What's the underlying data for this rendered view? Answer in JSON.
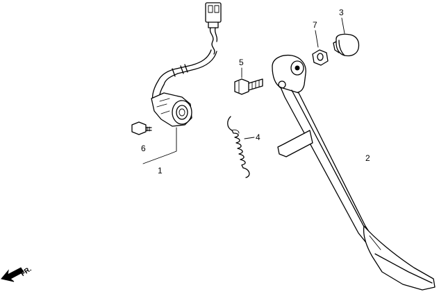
{
  "diagram": {
    "callouts": [
      {
        "id": "part-1",
        "label": "1"
      },
      {
        "id": "part-2",
        "label": "2"
      },
      {
        "id": "part-3",
        "label": "3"
      },
      {
        "id": "part-4",
        "label": "4"
      },
      {
        "id": "part-5",
        "label": "5"
      },
      {
        "id": "part-6",
        "label": "6"
      },
      {
        "id": "part-7",
        "label": "7"
      }
    ],
    "direction": {
      "label": "FR."
    },
    "parts": [
      {
        "id": "part-1",
        "icon": "side-stand-switch-icon"
      },
      {
        "id": "part-2",
        "icon": "side-stand-bar-icon"
      },
      {
        "id": "part-3",
        "icon": "rubber-cap-icon"
      },
      {
        "id": "part-4",
        "icon": "return-spring-icon"
      },
      {
        "id": "part-5",
        "icon": "pivot-bolt-icon"
      },
      {
        "id": "part-6",
        "icon": "screw-icon"
      },
      {
        "id": "part-7",
        "icon": "lock-nut-icon"
      }
    ]
  }
}
